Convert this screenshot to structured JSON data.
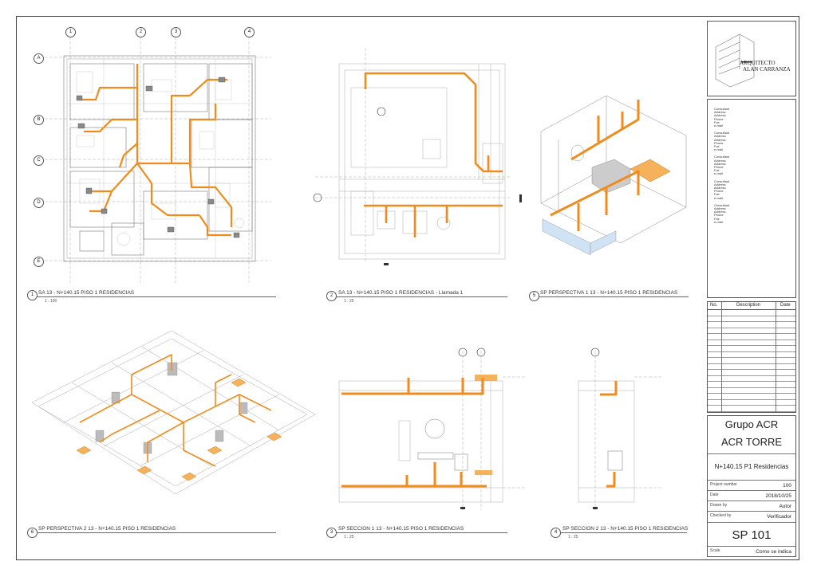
{
  "views": [
    {
      "number": "1",
      "title": "SA 13 - N+140.15 PISO 1 RESIDENCIAS",
      "scale": "1 : 100"
    },
    {
      "number": "2",
      "title": "SA 13 - N+140.15 PISO 1 RESIDENCIAS - Llamada 1",
      "scale": "1 : 25"
    },
    {
      "number": "5",
      "title": "SP PERSPECTIVA 1 13 - N+140.15 PISO 1 RESIDENCIAS",
      "scale": ""
    },
    {
      "number": "6",
      "title": "SP PERSPECTIVA 2 13 - N+140.15 PISO 1 RESIDENCIAS",
      "scale": ""
    },
    {
      "number": "3",
      "title": "SP SECCION 1 13 - N+140.15 PISO 1 RESIDENCIAS",
      "scale": "1 : 25"
    },
    {
      "number": "4",
      "title": "SP SECCION 2 13 - N+140.15 PISO 1 RESIDENCIAS",
      "scale": "1 : 25"
    }
  ],
  "grid": {
    "columns": [
      "1",
      "2",
      "3",
      "4"
    ],
    "rows": [
      "A",
      "B",
      "C",
      "D",
      "E"
    ]
  },
  "logo": {
    "line1": "ARQUITECTO",
    "line2": "ALAN CARRANZA"
  },
  "consultants": [
    [
      "Consultant",
      "Address",
      "Address",
      "Phone",
      "Fax",
      "e-mail"
    ],
    [
      "Consultant",
      "Address",
      "Address",
      "Phone",
      "Fax",
      "e-mail"
    ],
    [
      "Consultant",
      "Address",
      "Address",
      "Phone",
      "Fax",
      "e-mail"
    ],
    [
      "Consultant",
      "Address",
      "Address",
      "Phone",
      "Fax",
      "e-mail"
    ],
    [
      "Consultant",
      "Address",
      "Address",
      "Phone",
      "Fax",
      "e-mail"
    ]
  ],
  "revisions": {
    "headers": [
      "No.",
      "Description",
      "Date"
    ]
  },
  "titleblock": {
    "company": "Grupo ACR",
    "project": "ACR TORRE",
    "sheet_name": "N+140.15 P1 Residencias",
    "rows": [
      {
        "key": "Project number",
        "value": "100"
      },
      {
        "key": "Date",
        "value": "2018/10/25"
      },
      {
        "key": "Drawn by",
        "value": "Autor"
      },
      {
        "key": "Checked by",
        "value": "Verificador"
      }
    ],
    "sheet_number": "SP 101",
    "scale_key": "Scale",
    "scale_value": "Como se indica"
  },
  "colors": {
    "pipe": "#f08c1e",
    "fixture": "#f5b25a",
    "line": "#555555",
    "light": "#bbbbbb"
  }
}
